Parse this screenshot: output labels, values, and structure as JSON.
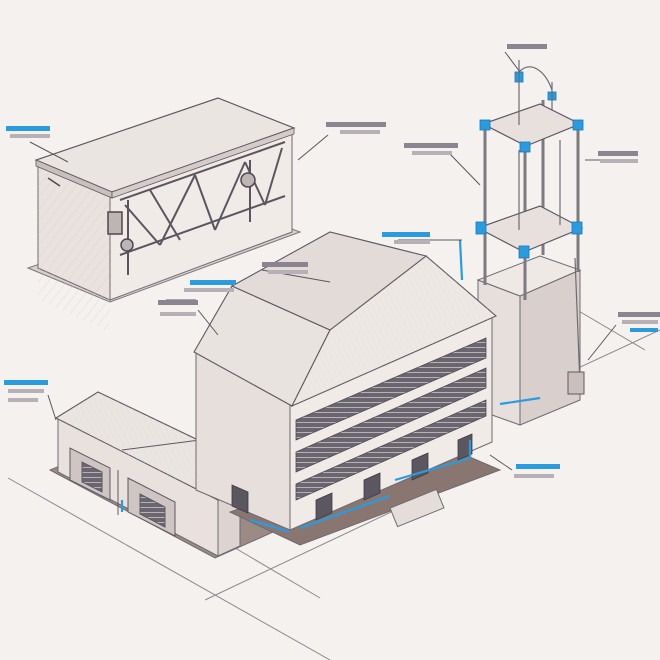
{
  "colors": {
    "background": "#f5f1ee",
    "ink": "#6e6a72",
    "ink_dark": "#4a4650",
    "accent": "#2b9be0",
    "wall_light": "#efe9e6",
    "wall_mid": "#e3dcd8",
    "wall_dark": "#d8cfcc",
    "roof": "#ece6e3",
    "ground": "#8a7670",
    "window": "#5b5760"
  },
  "icons": [
    "callout-marker-icon"
  ],
  "callouts": [
    {
      "id": "truss-top",
      "name": "callout-truss-building-title",
      "text": "",
      "subtext": ""
    },
    {
      "id": "truss-right",
      "name": "callout-truss-building-right",
      "text": "",
      "subtext": ""
    },
    {
      "id": "tower-top",
      "name": "callout-tower-top",
      "text": "",
      "subtext": ""
    },
    {
      "id": "tower-upper",
      "name": "callout-tower-upper-platform",
      "text": "",
      "subtext": ""
    },
    {
      "id": "tower-right",
      "name": "callout-tower-right",
      "text": "",
      "subtext": ""
    },
    {
      "id": "tower-mid",
      "name": "callout-tower-mid-platform",
      "text": "",
      "subtext": ""
    },
    {
      "id": "roof-top",
      "name": "callout-main-roof",
      "text": "",
      "subtext": ""
    },
    {
      "id": "roof-left",
      "name": "callout-main-roof-left",
      "text": "",
      "subtext": ""
    },
    {
      "id": "annex-roof",
      "name": "callout-annex-roof",
      "text": "",
      "subtext": ""
    },
    {
      "id": "annex-left",
      "name": "callout-annex-left",
      "text": "",
      "subtext": ""
    },
    {
      "id": "shaft-right",
      "name": "callout-shaft-right",
      "text": "",
      "subtext": ""
    },
    {
      "id": "base-right",
      "name": "callout-base-right",
      "text": "",
      "subtext": ""
    }
  ]
}
